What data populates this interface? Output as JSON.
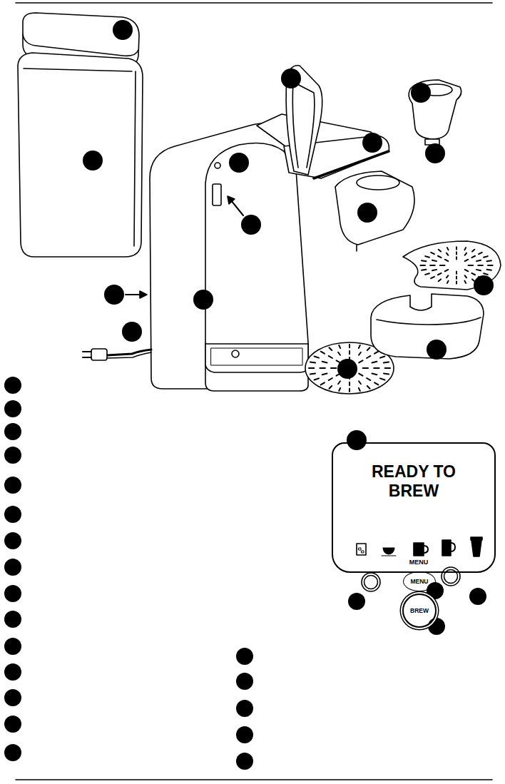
{
  "diagram": {
    "nodes": [
      {
        "text": [
          "READY TO BREW",
          "MENU"
        ]
      },
      {
        "text": [
          "MENU"
        ]
      },
      {
        "text": [
          "BREW"
        ]
      }
    ]
  }
}
